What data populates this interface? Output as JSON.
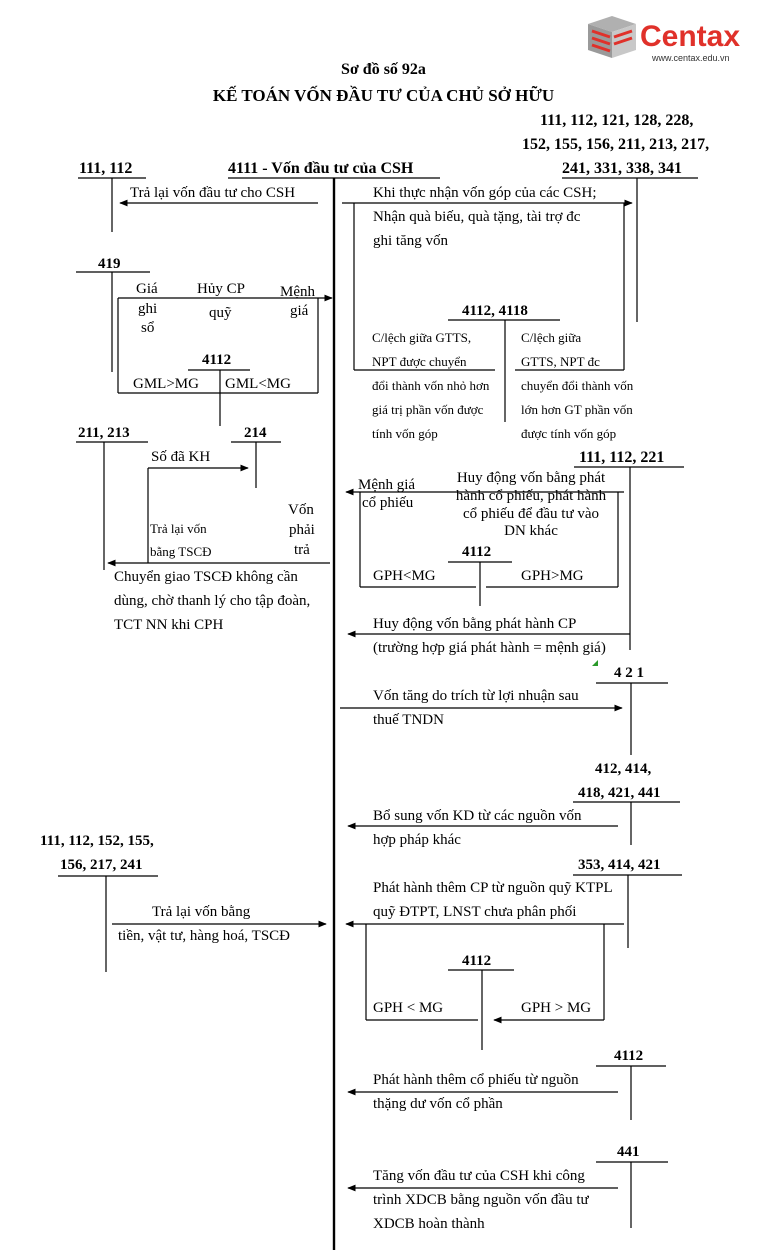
{
  "logo": {
    "name": "Centax",
    "url": "www.centax.edu.vn"
  },
  "header": {
    "number": "Sơ đồ số 92a",
    "title": "KẾ TOÁN VỐN ĐẦU TƯ CỦA CHỦ SỞ HỮU"
  },
  "accounts": {
    "top_right_1": "111, 112, 121, 128, 228,",
    "top_right_2": "152, 155, 156, 211, 213, 217,",
    "top_right_3": "241, 331, 338, 341",
    "left_111_112": "111, 112",
    "center_4111": "4111 - Vốn đầu tư của CSH",
    "a419": "419",
    "a4112_a": "4112",
    "a4112_4118": "4112, 4118",
    "a211_213": "211, 213",
    "a214": "214",
    "a111_112_221": "111, 112, 221",
    "a4112_b": "4112",
    "a421": "4 2 1",
    "a412_1": "412, 414,",
    "a412_2": "418, 421, 441",
    "left_big_1": "111, 112, 152, 155,",
    "left_big_2": "156, 217, 241",
    "a353": "353, 414, 421",
    "a4112_c": "4112",
    "a4112_d": "4112",
    "a441": "441"
  },
  "labels": {
    "tra_lai_von": "Trả lại vốn đầu tư cho CSH",
    "khi_thuc_nhan_1": "Khi thực nhận vốn góp của các CSH;",
    "khi_thuc_nhan_2": "Nhận quà biếu, quà tặng, tài trợ đc",
    "khi_thuc_nhan_3": "ghi tăng vốn",
    "gia": "Giá",
    "ghi": "ghi",
    "so": "sổ",
    "huy_cp": "Hủy CP",
    "quy": "quỹ",
    "menh": "Mệnh",
    "gia2": "giá",
    "gml_gt_mg": "GML>MG",
    "gml_lt_mg": "GML<MG",
    "clech_a_1": "C/lệch giữa GTTS,",
    "clech_a_2": "NPT được chuyển",
    "clech_a_3": "đổi thành vốn nhỏ hơn",
    "clech_a_4": "giá trị phần vốn được",
    "clech_a_5": "tính vốn góp",
    "clech_b_1": "C/lệch giữa",
    "clech_b_2": "GTTS, NPT đc",
    "clech_b_3": "chuyển đổi thành vốn",
    "clech_b_4": "lớn hơn GT phần vốn",
    "clech_b_5": "được tính vốn góp",
    "so_da_kh": "Số đã KH",
    "tra_lai_tscd_1": "Trả lại vốn",
    "tra_lai_tscd_2": "bằng TSCĐ",
    "von_phai_tra_1": "Vốn",
    "von_phai_tra_2": "phải",
    "von_phai_tra_3": "trả",
    "chuyen_giao_1": "Chuyển giao TSCĐ không cần",
    "chuyen_giao_2": "dùng, chờ thanh lý cho tập đoàn,",
    "chuyen_giao_3": "TCT NN khi CPH",
    "menh_gia_cp_1": "Mệnh giá",
    "menh_gia_cp_2": "cổ phiếu",
    "huy_dong_dn_1": "Huy động vốn bằng phát",
    "huy_dong_dn_2": "hành cổ phiếu, phát hành",
    "huy_dong_dn_3": "cổ phiếu để đầu tư vào",
    "huy_dong_dn_4": "DN khác",
    "gph_lt_mg": "GPH<MG",
    "gph_gt_mg": "GPH>MG",
    "huy_dong_cp_1": "Huy động vốn bằng phát hành CP",
    "huy_dong_cp_2": "(trường hợp giá phát hành = mệnh giá)",
    "von_tang_1": "Vốn tăng do trích từ lợi nhuận sau",
    "von_tang_2": "thuế TNDN",
    "bo_sung_1": "Bổ sung vốn KD từ các nguồn vốn",
    "bo_sung_2": "hợp pháp khác",
    "tra_lai_bang_1": "Trả lại vốn bằng",
    "tra_lai_bang_2": "tiền, vật tư, hàng hoá, TSCĐ",
    "phat_hanh_quy_1": "Phát hành thêm CP từ nguồn quỹ KTPL",
    "phat_hanh_quy_2": "quỹ ĐTPT, LNST chưa phân phối",
    "gph_lt_mg2": "GPH < MG",
    "gph_gt_mg2": "GPH > MG",
    "thang_du_1": "Phát hành thêm cổ phiếu từ nguồn",
    "thang_du_2": "thặng dư vốn cổ phần",
    "xdcb_1": "Tăng vốn đầu tư của CSH khi công",
    "xdcb_2": "trình XDCB bằng nguồn vốn đầu tư",
    "xdcb_3": "XDCB hoàn thành"
  }
}
